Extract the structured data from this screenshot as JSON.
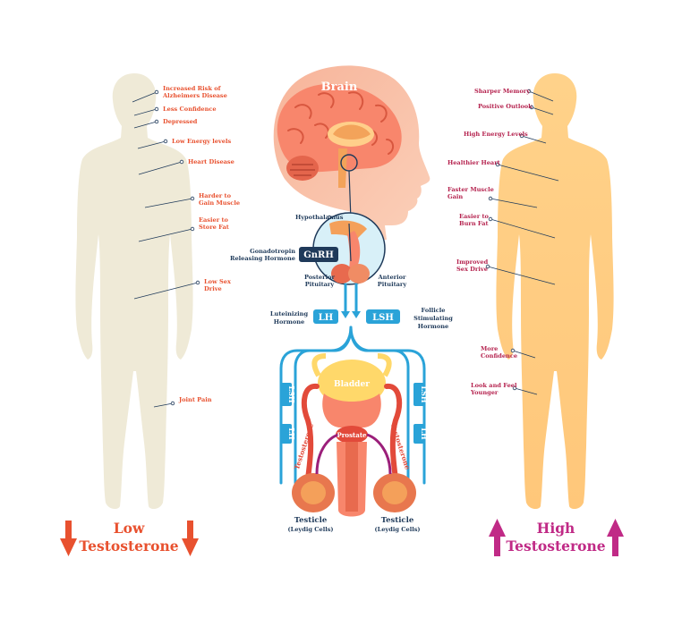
{
  "diagram": {
    "brain": "Brain",
    "hypothalamus": "Hypothalamus",
    "gnrh_line1": "Gonadotropin",
    "gnrh_line2": "Releasing Hormone",
    "gnrh": "GnRH",
    "posterior_line1": "Posterior",
    "posterior_line2": "Pituitary",
    "anterior_line1": "Anterior",
    "anterior_line2": "Pituitary",
    "lh": "LH",
    "lsh": "LSH",
    "lh_desc_line1": "Luteinizing",
    "lh_desc_line2": "Hormone",
    "fsh_desc_line1": "Follicle",
    "fsh_desc_line2": "Stimulating",
    "fsh_desc_line3": "Hormone",
    "bladder": "Bladder",
    "prostate": "Prostate",
    "testosterone": "Testosterone",
    "testicle": "Testicle",
    "leydig": "(Leydig Cells)"
  },
  "low": {
    "title_line1": "Low",
    "title_line2": "Testosterone",
    "color": "#e8512f",
    "annotations": [
      {
        "lines": [
          "Increased Risk of",
          "Alzheimers Disease"
        ]
      },
      {
        "lines": [
          "Less Confidence"
        ]
      },
      {
        "lines": [
          "Depressed"
        ]
      },
      {
        "lines": [
          "Low Energy levels"
        ]
      },
      {
        "lines": [
          "Heart Disease"
        ]
      },
      {
        "lines": [
          "Harder to",
          "Gain Muscle"
        ]
      },
      {
        "lines": [
          "Easier to",
          "Store Fat"
        ]
      },
      {
        "lines": [
          "Low Sex",
          "Drive"
        ]
      },
      {
        "lines": [
          "Joint Pain"
        ]
      }
    ]
  },
  "high": {
    "title_line1": "High",
    "title_line2": "Testosterone",
    "color": "#c02a86",
    "annotations": [
      {
        "lines": [
          "Sharper Memory"
        ]
      },
      {
        "lines": [
          "Positive Outlook"
        ]
      },
      {
        "lines": [
          "High Energy Levels"
        ]
      },
      {
        "lines": [
          "Healthier Heart"
        ]
      },
      {
        "lines": [
          "Faster Muscle",
          "Gain"
        ]
      },
      {
        "lines": [
          "Easier to",
          "Burn Fat"
        ]
      },
      {
        "lines": [
          "Improved",
          "Sex Drive"
        ]
      },
      {
        "lines": [
          "More",
          "Confidence"
        ]
      },
      {
        "lines": [
          "Look and Feel",
          "Younger"
        ]
      }
    ]
  }
}
